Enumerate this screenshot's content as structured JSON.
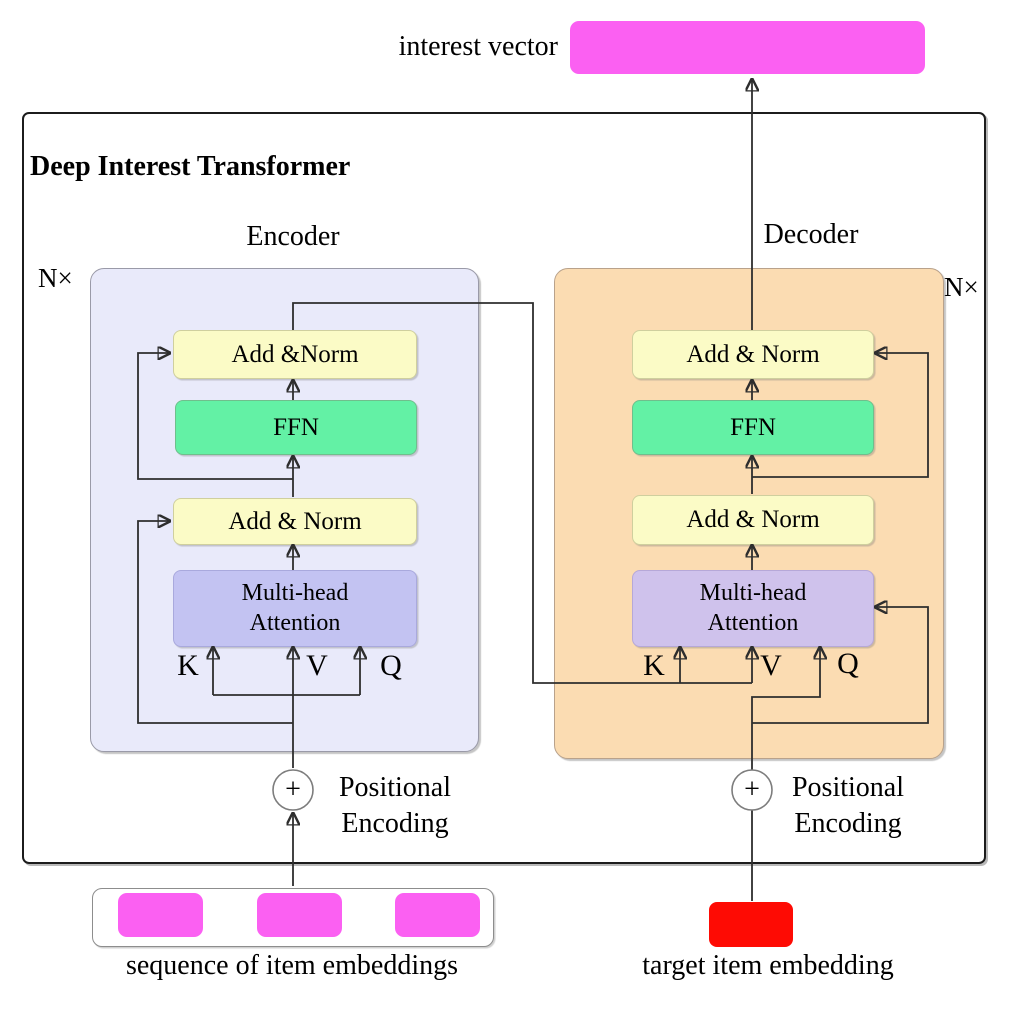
{
  "title": "Deep Interest Transformer",
  "output": {
    "label": "interest vector"
  },
  "encoder": {
    "label": "Encoder",
    "repeat": "N×",
    "add_norm_top": "Add &Norm",
    "ffn": "FFN",
    "add_norm_bottom": "Add & Norm",
    "mha": [
      "Multi-head",
      "Attention"
    ],
    "k": "K",
    "v": "V",
    "q": "Q",
    "plus": "+",
    "positional": [
      "Positional",
      "Encoding"
    ]
  },
  "decoder": {
    "label": "Decoder",
    "repeat": "N×",
    "add_norm_top": "Add & Norm",
    "ffn": "FFN",
    "add_norm_bottom": "Add & Norm",
    "mha": [
      "Multi-head",
      "Attention"
    ],
    "k": "K",
    "v": "V",
    "q": "Q",
    "plus": "+",
    "positional": [
      "Positional",
      "Encoding"
    ]
  },
  "inputs": {
    "sequence_caption": "sequence of item embeddings",
    "target_caption": "target item embedding"
  },
  "colors": {
    "embedding_magenta": "#fb60f2",
    "target_red": "#fe0b04",
    "add_norm_yellow": "#fbfbc6",
    "ffn_green": "#63f1a5",
    "encoder_mha_purple": "#c3c3f2",
    "decoder_mha_purple": "#cfc2ec",
    "encoder_panel": "#e9eafa",
    "decoder_panel": "#fbdcb2",
    "line": "#2e2e2e"
  }
}
